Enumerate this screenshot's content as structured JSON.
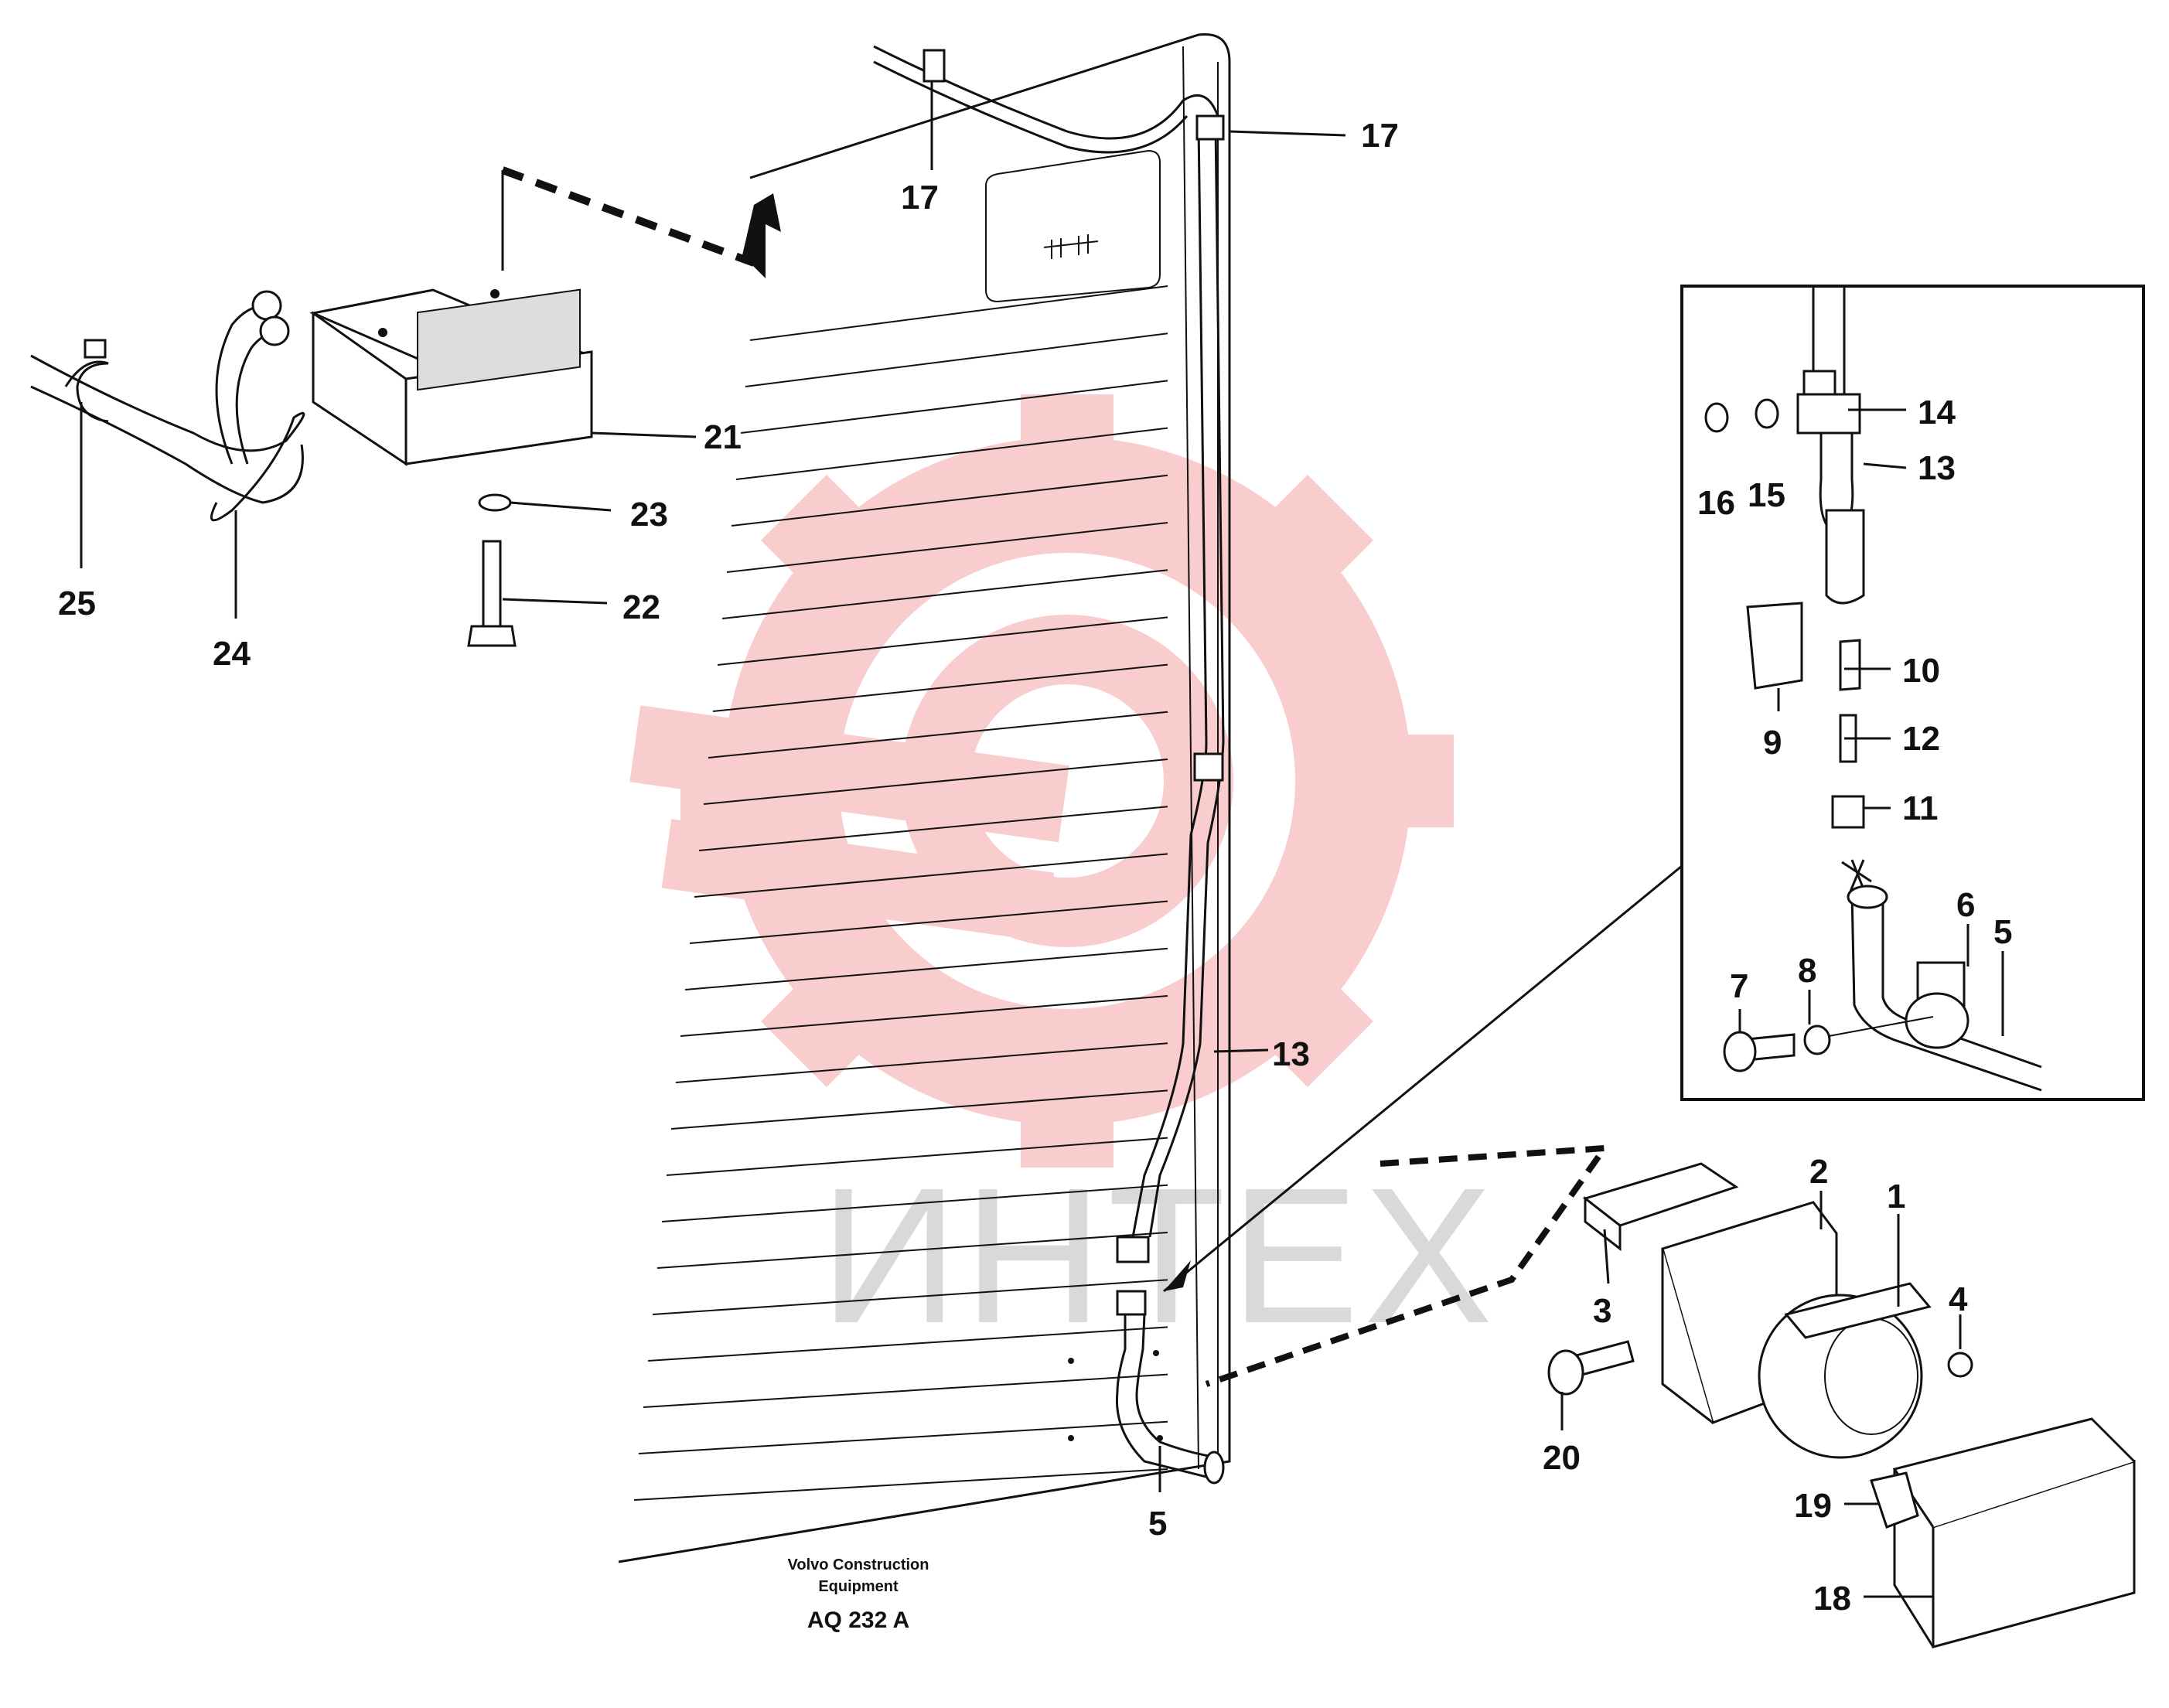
{
  "watermark": {
    "text": "ИНТЕХ",
    "logo": "gear-logo-icon",
    "color": "#f5b5b5"
  },
  "caption": {
    "line1": "Volvo Construction",
    "line2": "Equipment",
    "code": "AQ 232 A"
  },
  "callouts": {
    "c1": "1",
    "c2": "2",
    "c3": "3",
    "c4": "4",
    "c5a": "5",
    "c5b": "5",
    "c6": "6",
    "c7": "7",
    "c8": "8",
    "c9": "9",
    "c10": "10",
    "c11": "11",
    "c12": "12",
    "c13a": "13",
    "c13b": "13",
    "c14": "14",
    "c15": "15",
    "c16": "16",
    "c17a": "17",
    "c17b": "17",
    "c18": "18",
    "c19": "19",
    "c20": "20",
    "c21": "21",
    "c22": "22",
    "c23": "23",
    "c24": "24",
    "c25": "25"
  }
}
